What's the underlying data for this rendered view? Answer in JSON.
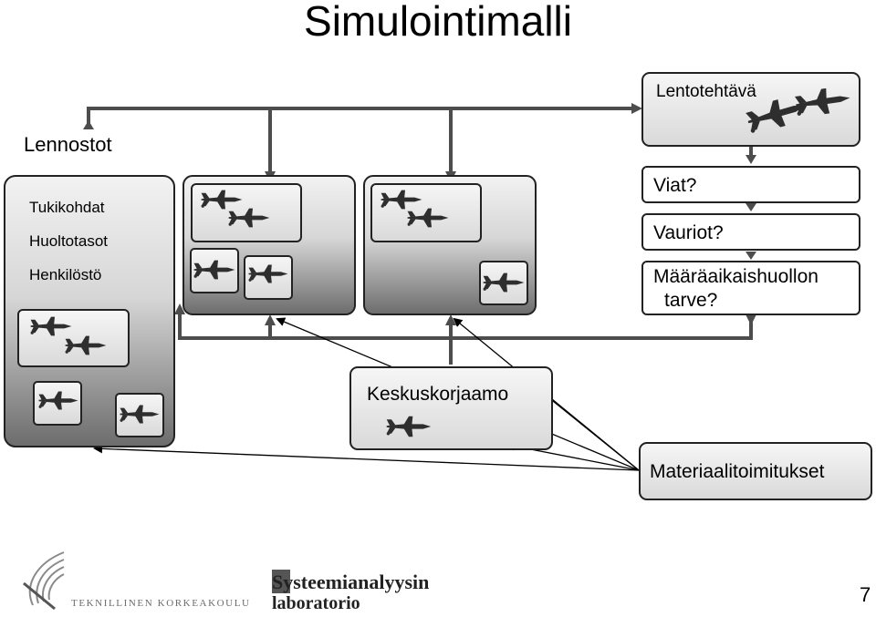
{
  "title": "Simulointimalli",
  "wings_label": "Lennostot",
  "wing_items": [
    "Tukikohdat",
    "Huoltotasot",
    "Henkilöstö"
  ],
  "mission_label": "Lentotehtävä",
  "checks": {
    "faults": "Viat?",
    "damages": "Vauriot?",
    "maintenance_line1": "Määräaikaishuollon",
    "maintenance_line2": "tarve?"
  },
  "central_repair": "Keskuskorjaamo",
  "material_functions": "Materiaalitoimitukset",
  "footer": {
    "university": "TEKNILLINEN KORKEAKOULU",
    "lab_line1": "Systeemianalyysin",
    "lab_line2": "laboratorio",
    "page_number": "7"
  },
  "icons": [
    "fighter-jet-icon",
    "tkk-logo",
    "sal-logo-mark"
  ]
}
